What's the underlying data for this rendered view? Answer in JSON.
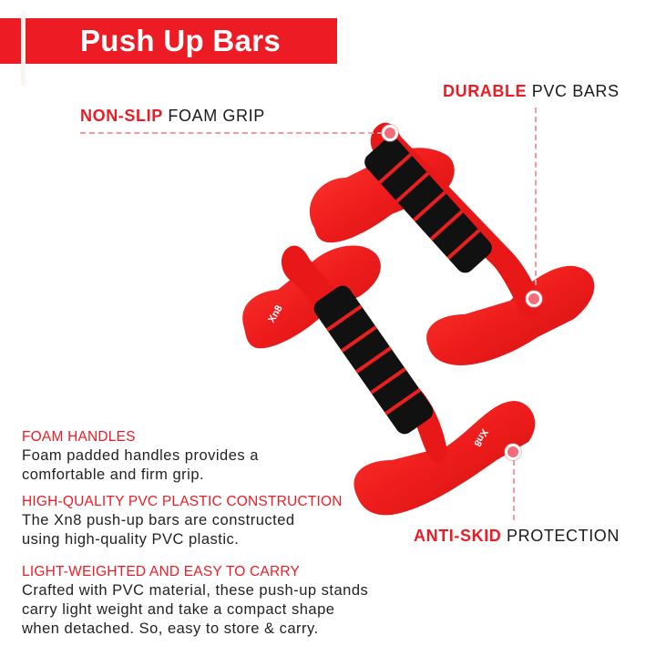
{
  "header": {
    "title": "Push Up Bars",
    "accent_color": "#ed1c24"
  },
  "callouts": {
    "non_slip": {
      "highlight": "NON-SLIP",
      "rest": " FOAM GRIP"
    },
    "durable": {
      "highlight": "DURABLE",
      "rest": " PVC BARS"
    },
    "anti_skid": {
      "highlight": "ANTI-SKID",
      "rest": " PROTECTION"
    }
  },
  "product": {
    "name": "Xn8 push-up bars",
    "logo_text": "Xn8",
    "colors": {
      "body": "#ee1c1c",
      "foam": "#111111",
      "stripe": "#e8201f"
    }
  },
  "features": [
    {
      "heading": "FOAM HANDLES",
      "lines": [
        "Foam padded handles provides a",
        "comfortable and firm grip."
      ]
    },
    {
      "heading": "HIGH-QUALITY PVC PLASTIC CONSTRUCTION",
      "lines": [
        "The Xn8 push-up bars are constructed",
        "using high-quality PVC plastic."
      ]
    },
    {
      "heading": "LIGHT-WEIGHTED AND EASY TO CARRY",
      "lines": [
        "Crafted with PVC material, these push-up stands",
        "carry light weight and take a compact shape",
        "when detached. So, easy to store & carry."
      ]
    }
  ]
}
